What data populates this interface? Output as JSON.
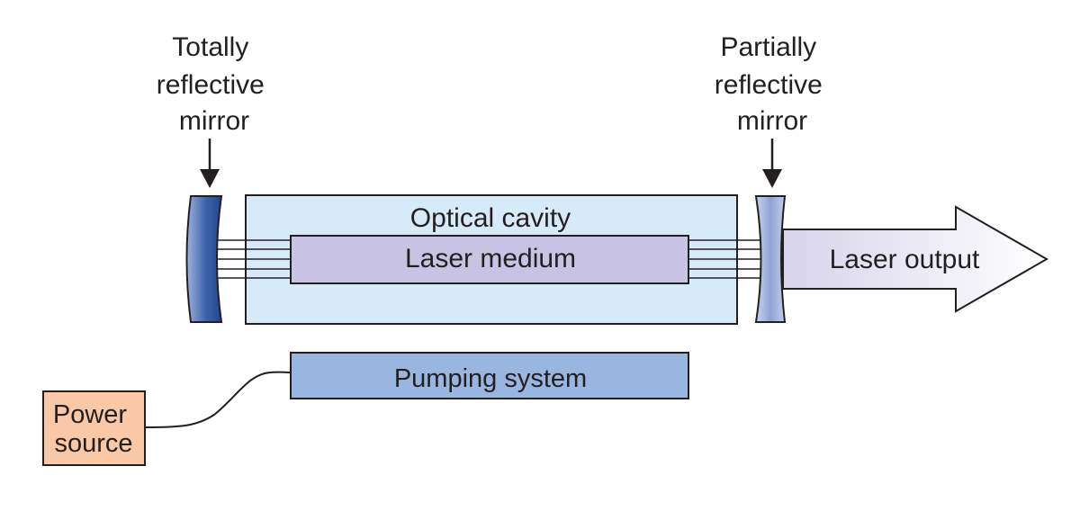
{
  "labels": {
    "left_mirror": [
      "Totally",
      "reflective",
      "mirror"
    ],
    "right_mirror": [
      "Partially",
      "reflective",
      "mirror"
    ],
    "optical_cavity": "Optical cavity",
    "laser_medium": "Laser medium",
    "laser_output": "Laser output",
    "pumping_system": "Pumping system",
    "power_source": [
      "Power",
      "source"
    ]
  },
  "colors": {
    "cavity_fill": "#d6eaf8",
    "medium_fill": "#c8c3e3",
    "pump_fill": "#98b6e0",
    "power_fill": "#f9c8a6",
    "mirror_dark": "#2c4f96",
    "mirror_light": "#b7c4e4",
    "stroke": "#231f20"
  }
}
